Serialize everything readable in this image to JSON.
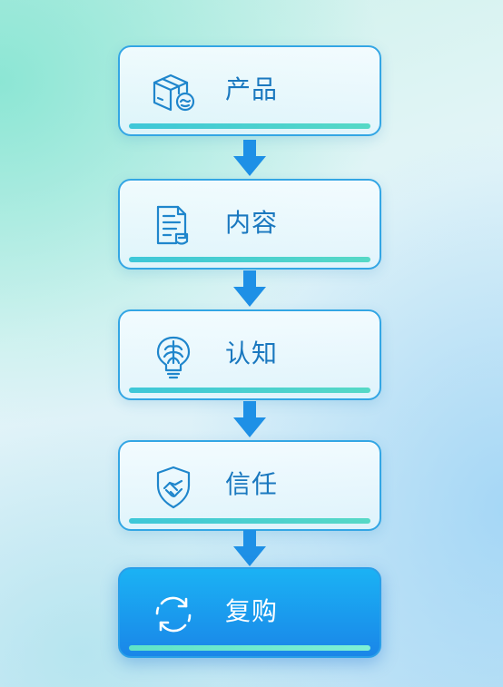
{
  "flow": {
    "steps": [
      {
        "label": "产品",
        "icon": "product-box-icon",
        "active": false
      },
      {
        "label": "内容",
        "icon": "document-icon",
        "active": false
      },
      {
        "label": "认知",
        "icon": "brain-bulb-icon",
        "active": false
      },
      {
        "label": "信任",
        "icon": "shield-handshake-icon",
        "active": false
      },
      {
        "label": "复购",
        "icon": "refresh-cycle-icon",
        "active": true
      }
    ],
    "colors": {
      "border": "#33a6e4",
      "label": "#1a78bf",
      "accent_bar": "#3ec7d8",
      "active_fill": "#1a9cee",
      "arrow": "#1e90e6"
    }
  }
}
